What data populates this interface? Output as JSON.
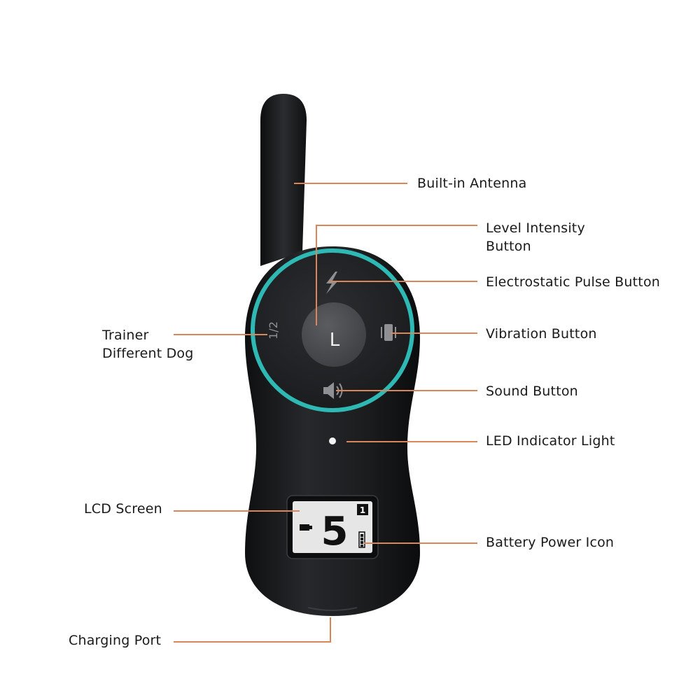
{
  "device": {
    "center_button_label": "L",
    "toggle_label": "1/2",
    "lcd": {
      "level_value": "5",
      "channel_badge": "1"
    },
    "colors": {
      "body": "#1c1d1f",
      "ring": "#2fb9b4",
      "leader_line": "#d9875a",
      "lcd_background": "#e6e6e6"
    }
  },
  "callouts": [
    {
      "id": "built-in-antenna",
      "lines": [
        "Built-in Antenna"
      ]
    },
    {
      "id": "level-intensity-button",
      "lines": [
        "Level Intensity",
        "Button"
      ]
    },
    {
      "id": "electrostatic-pulse-button",
      "lines": [
        "Electrostatic Pulse Button"
      ]
    },
    {
      "id": "vibration-button",
      "lines": [
        "Vibration Button"
      ]
    },
    {
      "id": "sound-button",
      "lines": [
        "Sound Button"
      ]
    },
    {
      "id": "led-indicator-light",
      "lines": [
        "LED Indicator Light"
      ]
    },
    {
      "id": "battery-power-icon",
      "lines": [
        "Battery Power Icon"
      ]
    },
    {
      "id": "trainer-different-dog",
      "lines": [
        "Trainer",
        "Different Dog"
      ]
    },
    {
      "id": "lcd-screen",
      "lines": [
        "LCD Screen"
      ]
    },
    {
      "id": "charging-port",
      "lines": [
        "Charging Port"
      ]
    }
  ]
}
